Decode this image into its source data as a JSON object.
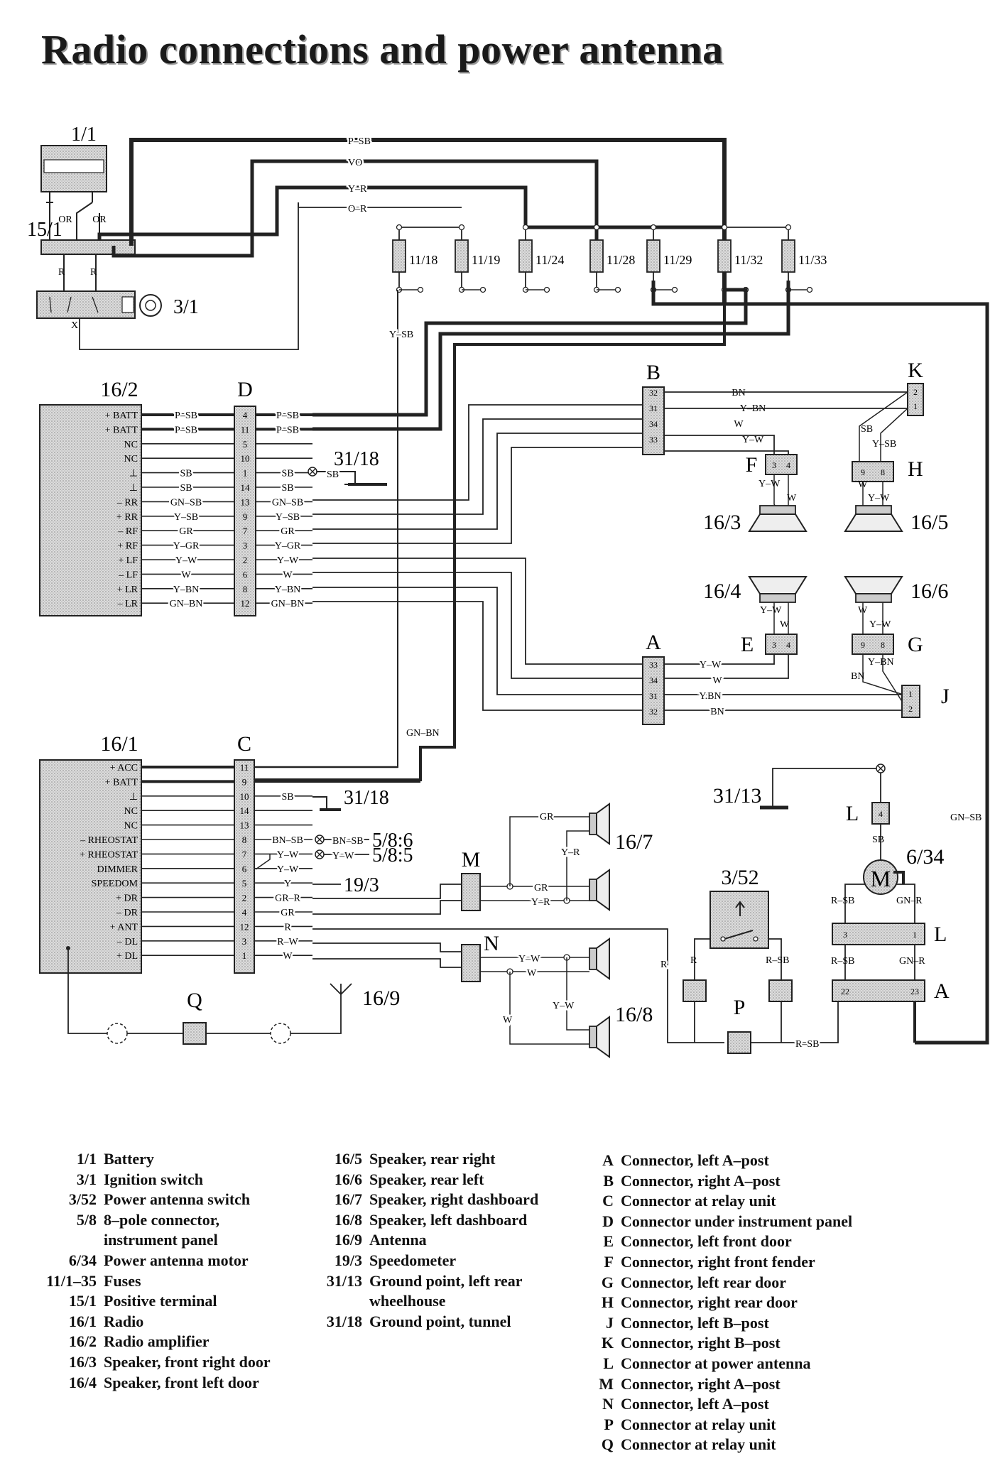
{
  "title": "Radio connections and power antenna",
  "component_labels": {
    "battery": "1/1",
    "positive_terminal": "15/1",
    "ignition_switch": "3/1",
    "radio_amplifier": "16/2",
    "radio": "16/1",
    "conn_D": "D",
    "conn_C": "C",
    "conn_B": "B",
    "conn_A": "A",
    "conn_K": "K",
    "conn_J": "J",
    "conn_F": "F",
    "conn_H": "H",
    "conn_E": "E",
    "conn_G": "G",
    "conn_M": "M",
    "conn_N": "N",
    "conn_P": "P",
    "conn_Q": "Q",
    "conn_L_upper": "L",
    "conn_L_lower": "L",
    "conn_A_lower": "A",
    "spk_fr": "16/3",
    "spk_rr": "16/5",
    "spk_fl": "16/4",
    "spk_rl": "16/6",
    "spk_rdash": "16/7",
    "spk_ldash": "16/8",
    "antenna": "16/9",
    "gnd_tunnel_1": "31/18",
    "gnd_tunnel_2": "31/18",
    "gnd_rear": "31/13",
    "antenna_switch": "3/52",
    "antenna_motor": "6/34",
    "motor_symbol": "M",
    "instr_conn_1": "5/8:6",
    "instr_conn_2": "5/8:5",
    "speedometer": "19/3"
  },
  "fuses": [
    "11/18",
    "11/19",
    "11/24",
    "11/28",
    "11/29",
    "11/32",
    "11/33"
  ],
  "top_wires": {
    "w1": "P–SB",
    "w2": "VO",
    "w3": "Y–R",
    "w4": "O–R",
    "ysb": "Y–SB",
    "gnbn": "GN–BN",
    "gnsb": "GN–SB",
    "or1": "OR",
    "or2": "OR",
    "r1": "R",
    "r2": "R",
    "x": "X"
  },
  "amp_pins": [
    {
      "label": "+ BATT",
      "wire_l": "P–SB",
      "pin": "4",
      "wire_r": "P–SB"
    },
    {
      "label": "+ BATT",
      "wire_l": "P–SB",
      "pin": "11",
      "wire_r": "P–SB"
    },
    {
      "label": "NC",
      "wire_l": "",
      "pin": "5",
      "wire_r": ""
    },
    {
      "label": "NC",
      "wire_l": "",
      "pin": "10",
      "wire_r": ""
    },
    {
      "label": "⊥",
      "wire_l": "SB",
      "pin": "1",
      "wire_r": "SB"
    },
    {
      "label": "⊥",
      "wire_l": "SB",
      "pin": "14",
      "wire_r": "SB"
    },
    {
      "label": "– RR",
      "wire_l": "GN–SB",
      "pin": "13",
      "wire_r": "GN–SB"
    },
    {
      "label": "+ RR",
      "wire_l": "Y–SB",
      "pin": "9",
      "wire_r": "Y–SB"
    },
    {
      "label": "– RF",
      "wire_l": "GR",
      "pin": "7",
      "wire_r": "GR"
    },
    {
      "label": "+ RF",
      "wire_l": "Y–GR",
      "pin": "3",
      "wire_r": "Y–GR"
    },
    {
      "label": "+ LF",
      "wire_l": "Y–W",
      "pin": "2",
      "wire_r": "Y–W"
    },
    {
      "label": "– LF",
      "wire_l": "W",
      "pin": "6",
      "wire_r": "W"
    },
    {
      "label": "+ LR",
      "wire_l": "Y–BN",
      "pin": "8",
      "wire_r": "Y–BN"
    },
    {
      "label": "– LR",
      "wire_l": "GN–BN",
      "pin": "12",
      "wire_r": "GN–BN"
    }
  ],
  "amp_gnd_wire": "SB",
  "radio_pins": [
    {
      "label": "+ ACC",
      "pin": "11",
      "wire": ""
    },
    {
      "label": "+ BATT",
      "pin": "9",
      "wire": ""
    },
    {
      "label": "⊥",
      "pin": "10",
      "wire": "SB"
    },
    {
      "label": "NC",
      "pin": "14",
      "wire": ""
    },
    {
      "label": "NC",
      "pin": "13",
      "wire": ""
    },
    {
      "label": "– RHEOSTAT",
      "pin": "8",
      "wire": "BN–SB"
    },
    {
      "label": "+ RHEOSTAT",
      "pin": "7",
      "wire": "Y–W"
    },
    {
      "label": "DIMMER",
      "pin": "6",
      "wire": "Y–W"
    },
    {
      "label": "SPEEDOM",
      "pin": "5",
      "wire": "Y"
    },
    {
      "label": "+ DR",
      "pin": "2",
      "wire": "GR–R"
    },
    {
      "label": "– DR",
      "pin": "4",
      "wire": "GR"
    },
    {
      "label": "+ ANT",
      "pin": "12",
      "wire": "R"
    },
    {
      "label": "– DL",
      "pin": "3",
      "wire": "R–W"
    },
    {
      "label": "+ DL",
      "pin": "1",
      "wire": "W"
    }
  ],
  "radio_extra_wires": {
    "bnsb2": "BN–SB",
    "yw2": "Y–W"
  },
  "conn_B": {
    "pins": [
      "32",
      "31",
      "34",
      "33"
    ],
    "wires": [
      "BN",
      "Y–BN",
      "W",
      "Y–W"
    ]
  },
  "conn_A": {
    "pins": [
      "33",
      "34",
      "31",
      "32"
    ],
    "wires": [
      "Y–W",
      "W",
      "Y.BN",
      "BN"
    ]
  },
  "conn_K_pins": [
    "2",
    "1"
  ],
  "conn_J_pins": [
    "1",
    "2"
  ],
  "conn_F_pins": [
    "3",
    "4"
  ],
  "conn_H_pins": [
    "9",
    "8"
  ],
  "conn_E_pins": [
    "3",
    "4"
  ],
  "conn_G_pins": [
    "9",
    "8"
  ],
  "door_wires": {
    "k_sb": "SB",
    "k_ysb": "Y–SB",
    "h_w": "W",
    "h_yw": "Y–W",
    "f_yw": "Y–W",
    "f_w": "W",
    "e_yw": "Y–W",
    "e_w": "W",
    "g_w": "W",
    "g_yw": "Y–W",
    "g_ybn": "Y–BN",
    "g_bn": "BN"
  },
  "dash_wires": {
    "m_gr_top": "GR",
    "m_yr_top": "Y–R",
    "m_gr": "GR",
    "m_yr": "Y–R",
    "n_yw": "Y–W",
    "n_w": "W",
    "n_yw2": "Y–W",
    "n_w2": "W"
  },
  "antenna_wires": {
    "sb_l": "SB",
    "r_sw": "R",
    "r_left": "R",
    "rsb_sw": "R–SB",
    "rsb_motor": "R–SB",
    "gnr_motor": "GN–R",
    "rsb_l": "R–SB",
    "gnr_l": "GN–R",
    "rsb_bottom": "R–SB"
  },
  "conn_L_pin": "4",
  "conn_L2_pins": [
    "3",
    "1"
  ],
  "conn_A2_pins": [
    "22",
    "23"
  ],
  "legend_col1": [
    {
      "code": "1/1",
      "desc": "Battery"
    },
    {
      "code": "3/1",
      "desc": "Ignition switch"
    },
    {
      "code": "3/52",
      "desc": "Power antenna switch"
    },
    {
      "code": "5/8",
      "desc": "8–pole connector,"
    },
    {
      "code": "",
      "desc": "instrument panel"
    },
    {
      "code": "6/34",
      "desc": "Power antenna motor"
    },
    {
      "code": "11/1–35",
      "desc": "Fuses"
    },
    {
      "code": "15/1",
      "desc": "Positive terminal"
    },
    {
      "code": "16/1",
      "desc": "Radio"
    },
    {
      "code": "16/2",
      "desc": "Radio amplifier"
    },
    {
      "code": "16/3",
      "desc": "Speaker, front right door"
    },
    {
      "code": "16/4",
      "desc": "Speaker, front left door"
    }
  ],
  "legend_col2": [
    {
      "code": "16/5",
      "desc": "Speaker, rear right"
    },
    {
      "code": "16/6",
      "desc": "Speaker, rear left"
    },
    {
      "code": "16/7",
      "desc": "Speaker, right dashboard"
    },
    {
      "code": "16/8",
      "desc": "Speaker, left dashboard"
    },
    {
      "code": "16/9",
      "desc": "Antenna"
    },
    {
      "code": "19/3",
      "desc": "Speedometer"
    },
    {
      "code": "31/13",
      "desc": "Ground point, left rear"
    },
    {
      "code": "",
      "desc": "wheelhouse"
    },
    {
      "code": "31/18",
      "desc": "Ground point, tunnel"
    }
  ],
  "legend_col3": [
    {
      "code": "A",
      "desc": "Connector, left A–post"
    },
    {
      "code": "B",
      "desc": "Connector, right A–post"
    },
    {
      "code": "C",
      "desc": "Connector at relay unit"
    },
    {
      "code": "D",
      "desc": "Connector under instrument panel"
    },
    {
      "code": "E",
      "desc": "Connector, left front door"
    },
    {
      "code": "F",
      "desc": "Connector, right front fender"
    },
    {
      "code": "G",
      "desc": "Connector, left rear door"
    },
    {
      "code": "H",
      "desc": "Connector, right rear door"
    },
    {
      "code": "J",
      "desc": "Connector, left B–post"
    },
    {
      "code": "K",
      "desc": "Connector, right B–post"
    },
    {
      "code": "L",
      "desc": "Connector at power antenna"
    },
    {
      "code": "M",
      "desc": "Connector, right A–post"
    },
    {
      "code": "N",
      "desc": "Connector, left A–post"
    },
    {
      "code": "P",
      "desc": "Connector at relay unit"
    },
    {
      "code": "Q",
      "desc": "Connector at relay unit"
    }
  ]
}
